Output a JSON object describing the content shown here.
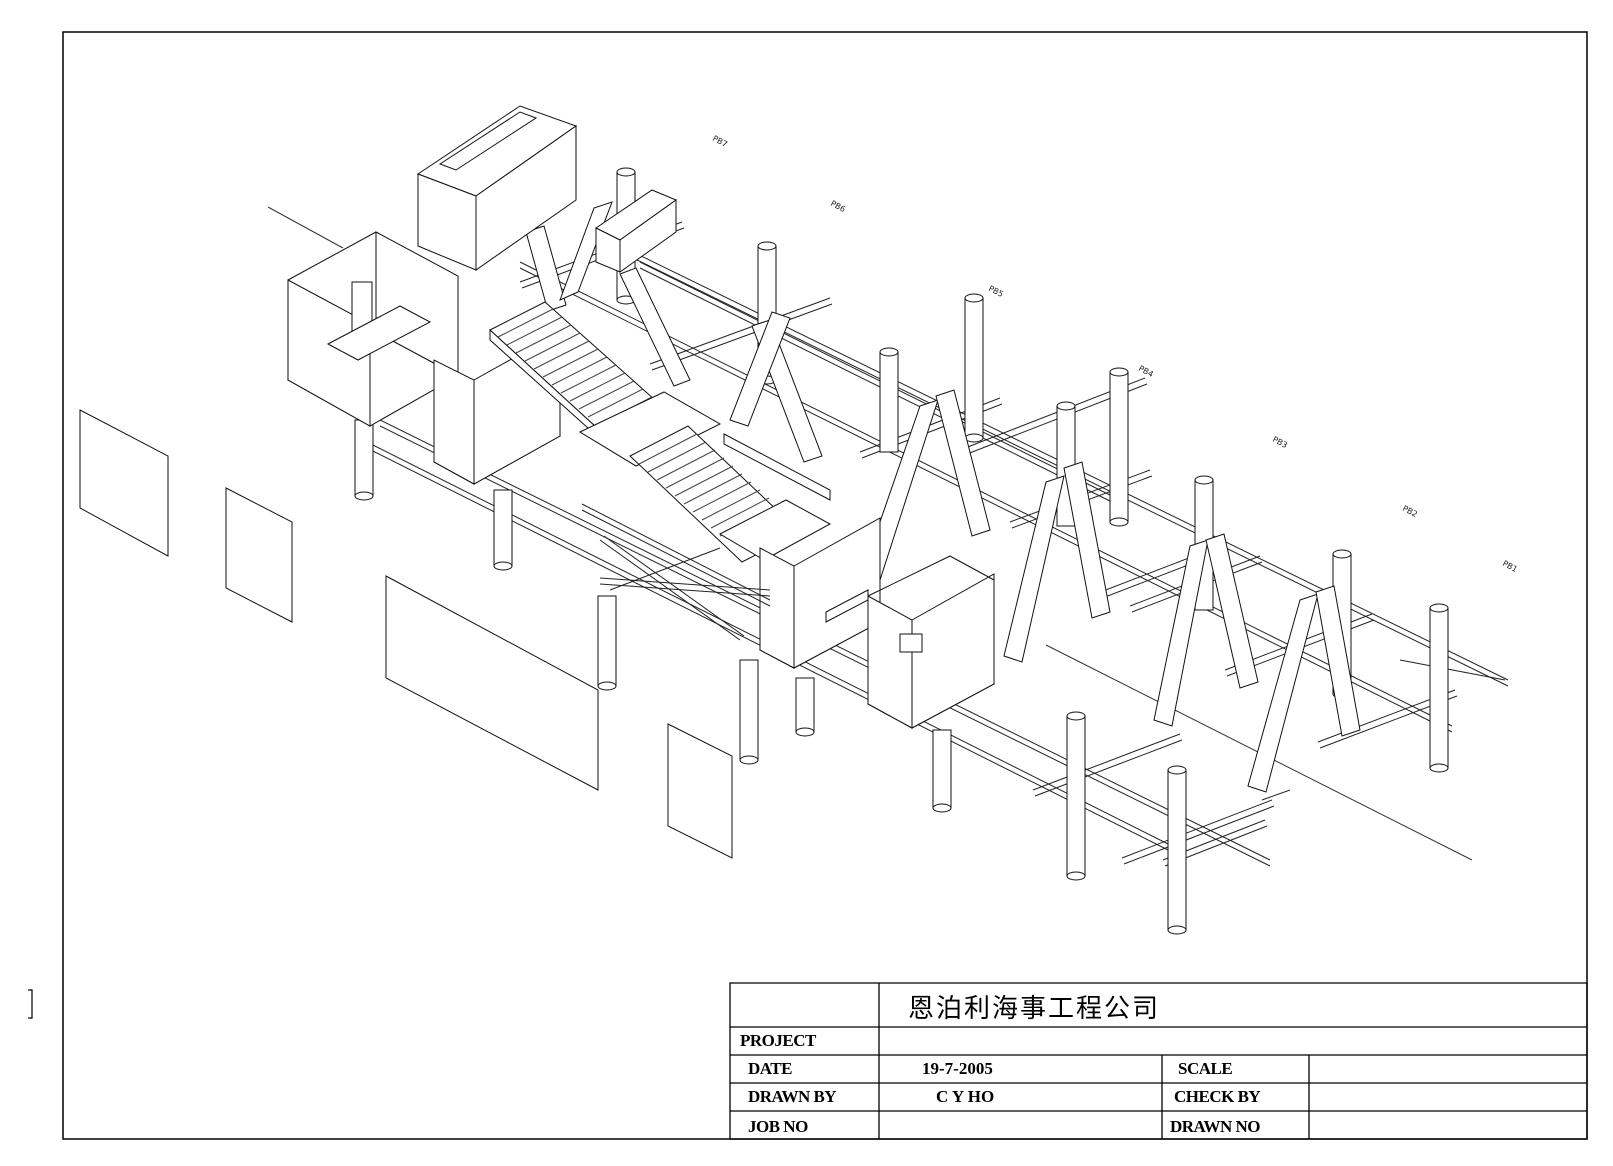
{
  "drawing": {
    "pile_labels": [
      "PB7",
      "PB6",
      "PB5",
      "PB4",
      "PB3",
      "PB2",
      "PB1"
    ]
  },
  "title_block": {
    "company": "恩泊利海事工程公司",
    "project_label": "PROJECT",
    "project_value": "",
    "date_label": "DATE",
    "date_value": "19-7-2005",
    "scale_label": "SCALE",
    "scale_value": "",
    "drawn_by_label": "DRAWN BY",
    "drawn_by_value": "C Y HO",
    "check_by_label": "CHECK BY",
    "check_by_value": "",
    "job_no_label": "JOB NO",
    "job_no_value": "",
    "drawn_no_label": "DRAWN NO",
    "drawn_no_value": ""
  }
}
